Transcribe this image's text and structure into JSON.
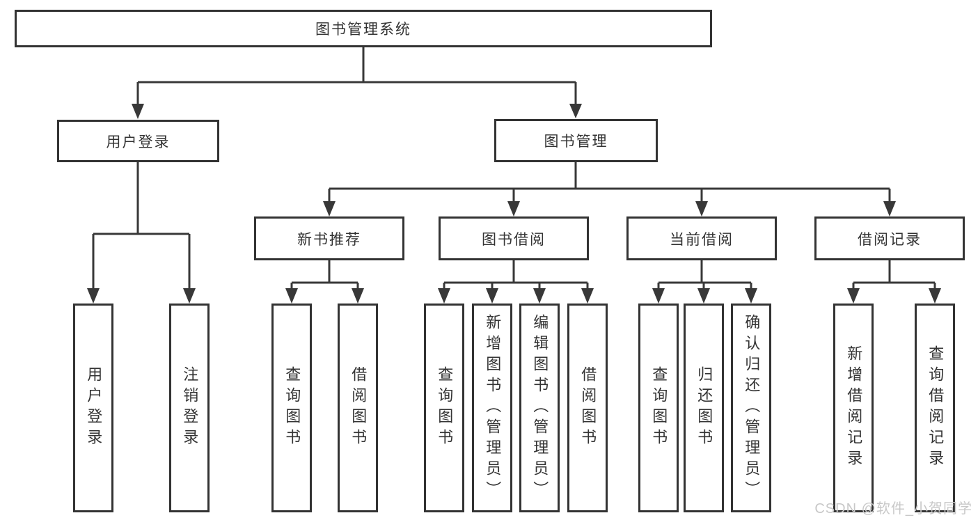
{
  "diagram": {
    "watermark": "CSDN @软件_小贺同学",
    "colors": {
      "line": "#383838",
      "box_border": "#333333",
      "text": "#333333",
      "background": "#ffffff",
      "watermark_text": "#c8c8c8"
    },
    "tree": {
      "label": "图书管理系统",
      "children": [
        {
          "label": "用户登录",
          "children": [
            {
              "label": "用户登录"
            },
            {
              "label": "注销登录"
            }
          ]
        },
        {
          "label": "图书管理",
          "children": [
            {
              "label": "新书推荐",
              "children": [
                {
                  "label": "查询图书"
                },
                {
                  "label": "借阅图书"
                }
              ]
            },
            {
              "label": "图书借阅",
              "children": [
                {
                  "label": "查询图书"
                },
                {
                  "label": "新增图书（管理员）"
                },
                {
                  "label": "编辑图书（管理员）"
                },
                {
                  "label": "借阅图书"
                }
              ]
            },
            {
              "label": "当前借阅",
              "children": [
                {
                  "label": "查询图书"
                },
                {
                  "label": "归还图书"
                },
                {
                  "label": "确认归还（管理员）"
                }
              ]
            },
            {
              "label": "借阅记录",
              "children": [
                {
                  "label": "新增借阅记录"
                },
                {
                  "label": "查询借阅记录"
                }
              ]
            }
          ]
        }
      ]
    }
  }
}
